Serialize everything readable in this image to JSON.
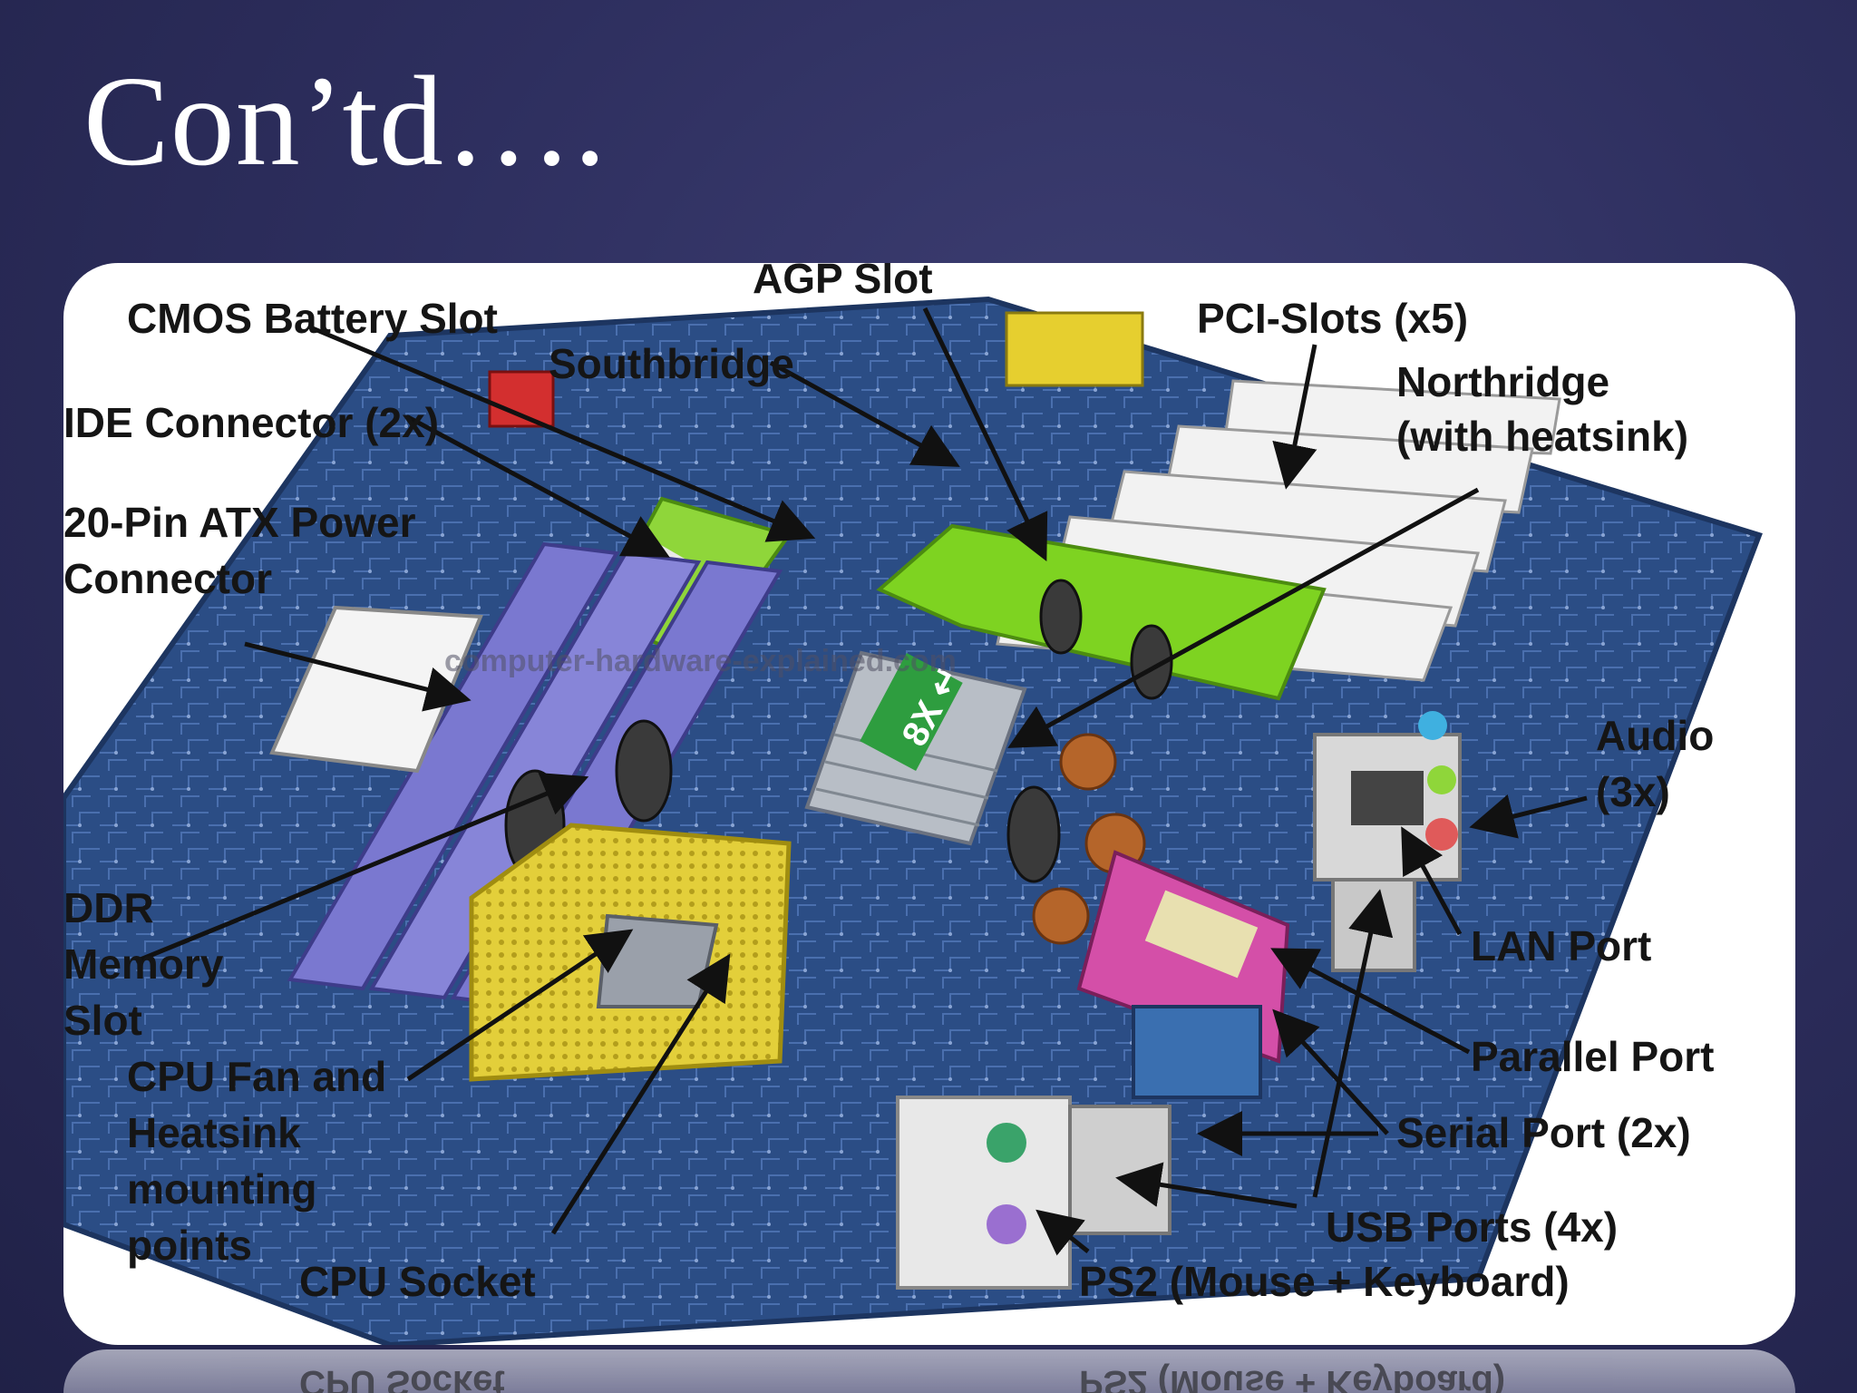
{
  "slide": {
    "title": "Con’td…."
  },
  "figure": {
    "watermark": "computer-hardware-explained.com",
    "chip_text": "8X ↵",
    "labels": {
      "agp_slot": "AGP Slot",
      "cmos_battery": "CMOS Battery Slot",
      "southbridge": "Southbridge",
      "pci_slots": "PCI-Slots (x5)",
      "northbridge_1": "Northridge",
      "northbridge_2": "(with heatsink)",
      "ide_connector": "IDE Connector (2x)",
      "atx_power_1": "20-Pin ATX Power",
      "atx_power_2": "Connector",
      "audio_1": "Audio",
      "audio_2": "(3x)",
      "ddr_1": "DDR",
      "ddr_2": "Memory",
      "ddr_3": "Slot",
      "lan_port": "LAN Port",
      "parallel_port": "Parallel Port",
      "cpu_fan_1": "CPU Fan and",
      "cpu_fan_2": "Heatsink",
      "cpu_fan_3": "mounting",
      "cpu_fan_4": "points",
      "serial_port": "Serial Port (2x)",
      "usb_ports": "USB Ports (4x)",
      "cpu_socket": "CPU Socket",
      "ps2": "PS2 (Mouse  + Keyboard)"
    }
  },
  "colors": {
    "background": "#2e2f5f",
    "board": "#2d4f86",
    "memory_slots": "#7a78d0",
    "agp_slot": "#7ed321",
    "cpu_socket": "#e8d43a",
    "parallel_port": "#d44fa8",
    "pci_slots": "#f0f0f0"
  }
}
